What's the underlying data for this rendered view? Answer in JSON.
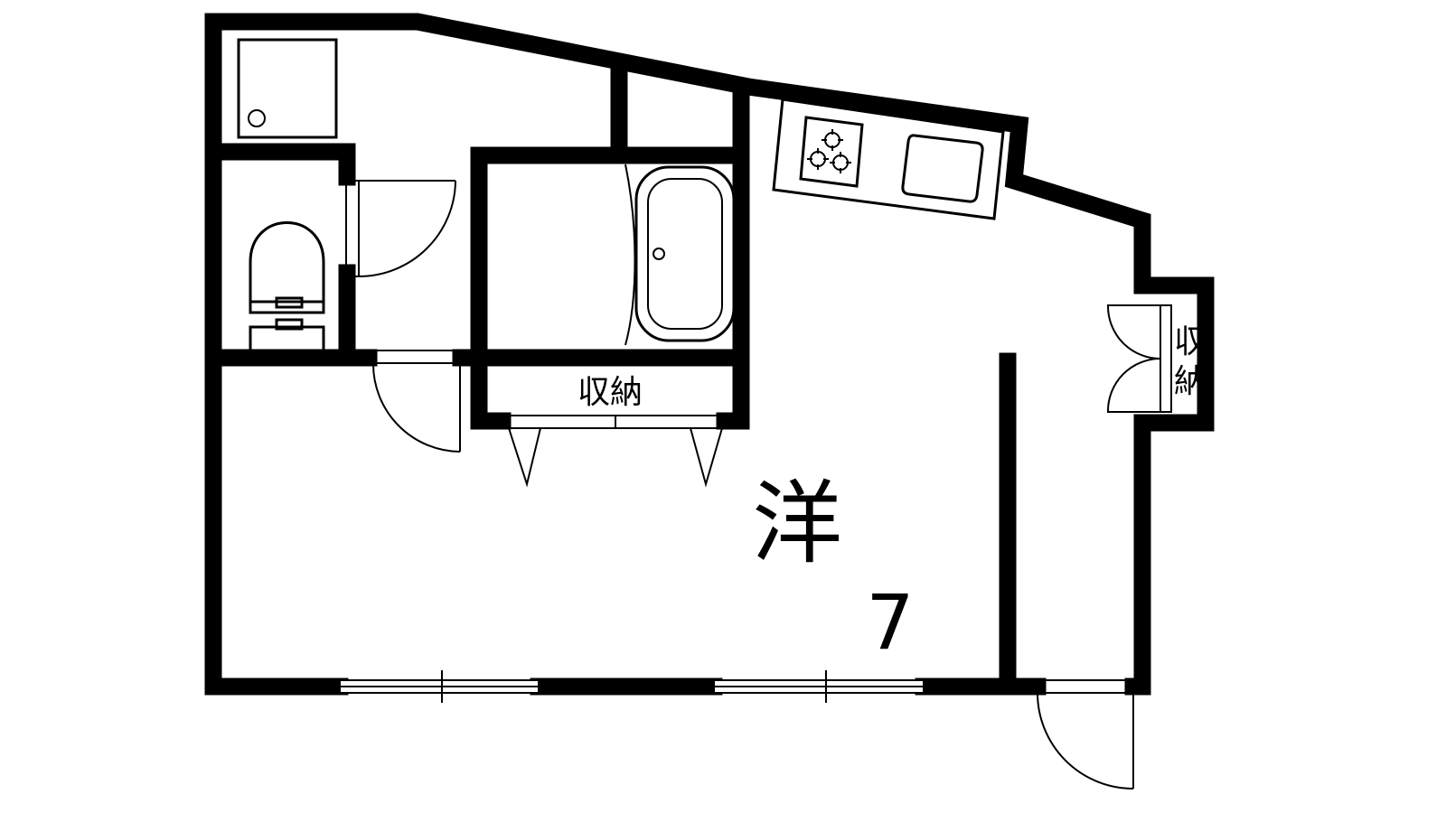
{
  "rooms": {
    "main_room": {
      "type_label": "洋",
      "size_label": "7"
    }
  },
  "storage": {
    "center_closet_label": "収納",
    "side_closet_label_line1": "収",
    "side_closet_label_line2": "納"
  },
  "colors": {
    "wall": "#000000",
    "background": "#ffffff"
  }
}
